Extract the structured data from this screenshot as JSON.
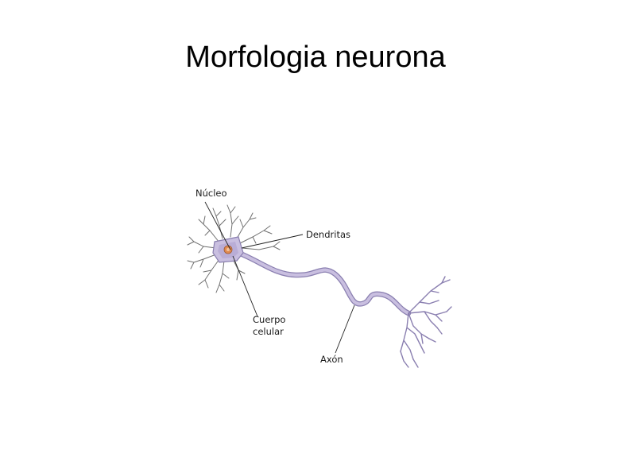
{
  "slide": {
    "title": "Morfologia neurona"
  },
  "diagram": {
    "labels": {
      "nucleus": "Núcleo",
      "dendrites": "Dendritas",
      "cell_body_line1": "Cuerpo",
      "cell_body_line2": "celular",
      "axon": "Axón"
    },
    "colors": {
      "neuron_fill": "#c9bfe0",
      "neuron_stroke": "#8a7fb0",
      "nucleus": "#e08a50",
      "dendrite": "#707070",
      "leader_line": "#222222"
    }
  }
}
